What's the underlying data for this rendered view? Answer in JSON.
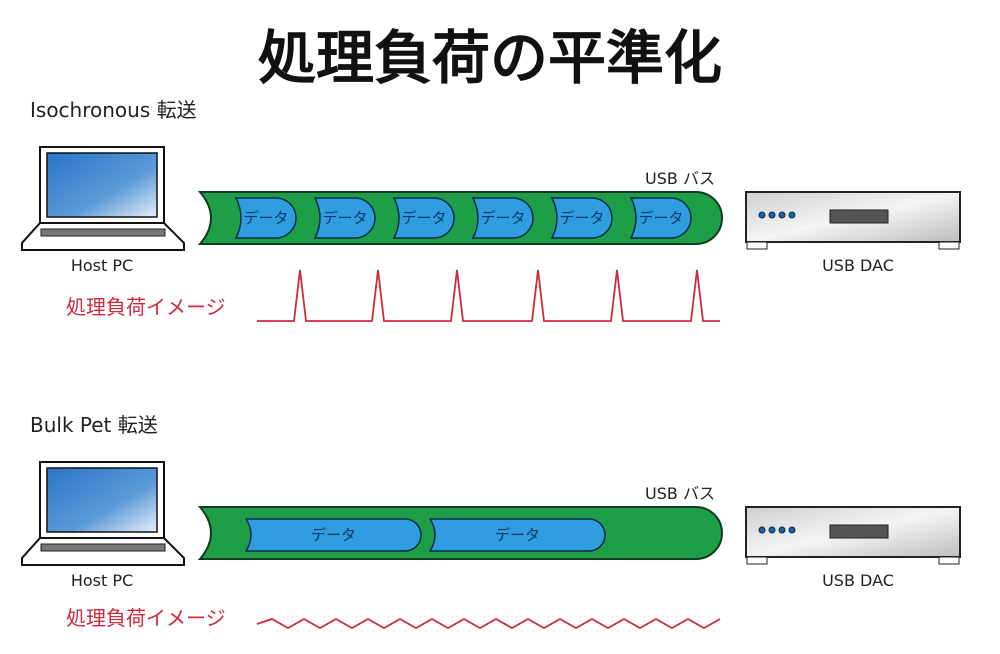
{
  "title": "処理負荷の平準化",
  "colors": {
    "bus": "#1f9e48",
    "packet": "#2f9de0",
    "load": "#d2283c",
    "screen": "#2f7fd0"
  },
  "sections": [
    {
      "label": "Isochronous 転送",
      "host_label": "Host PC",
      "bus_label": "USB バス",
      "packet_label": "データ",
      "packet_count": 6,
      "dac_label": "USB DAC",
      "load_label": "処理負荷イメージ",
      "load_pattern": "spikes"
    },
    {
      "label": "Bulk Pet 転送",
      "host_label": "Host PC",
      "bus_label": "USB バス",
      "packet_label": "データ",
      "packet_count": 2,
      "dac_label": "USB DAC",
      "load_label": "処理負荷イメージ",
      "load_pattern": "low-ripple"
    }
  ]
}
